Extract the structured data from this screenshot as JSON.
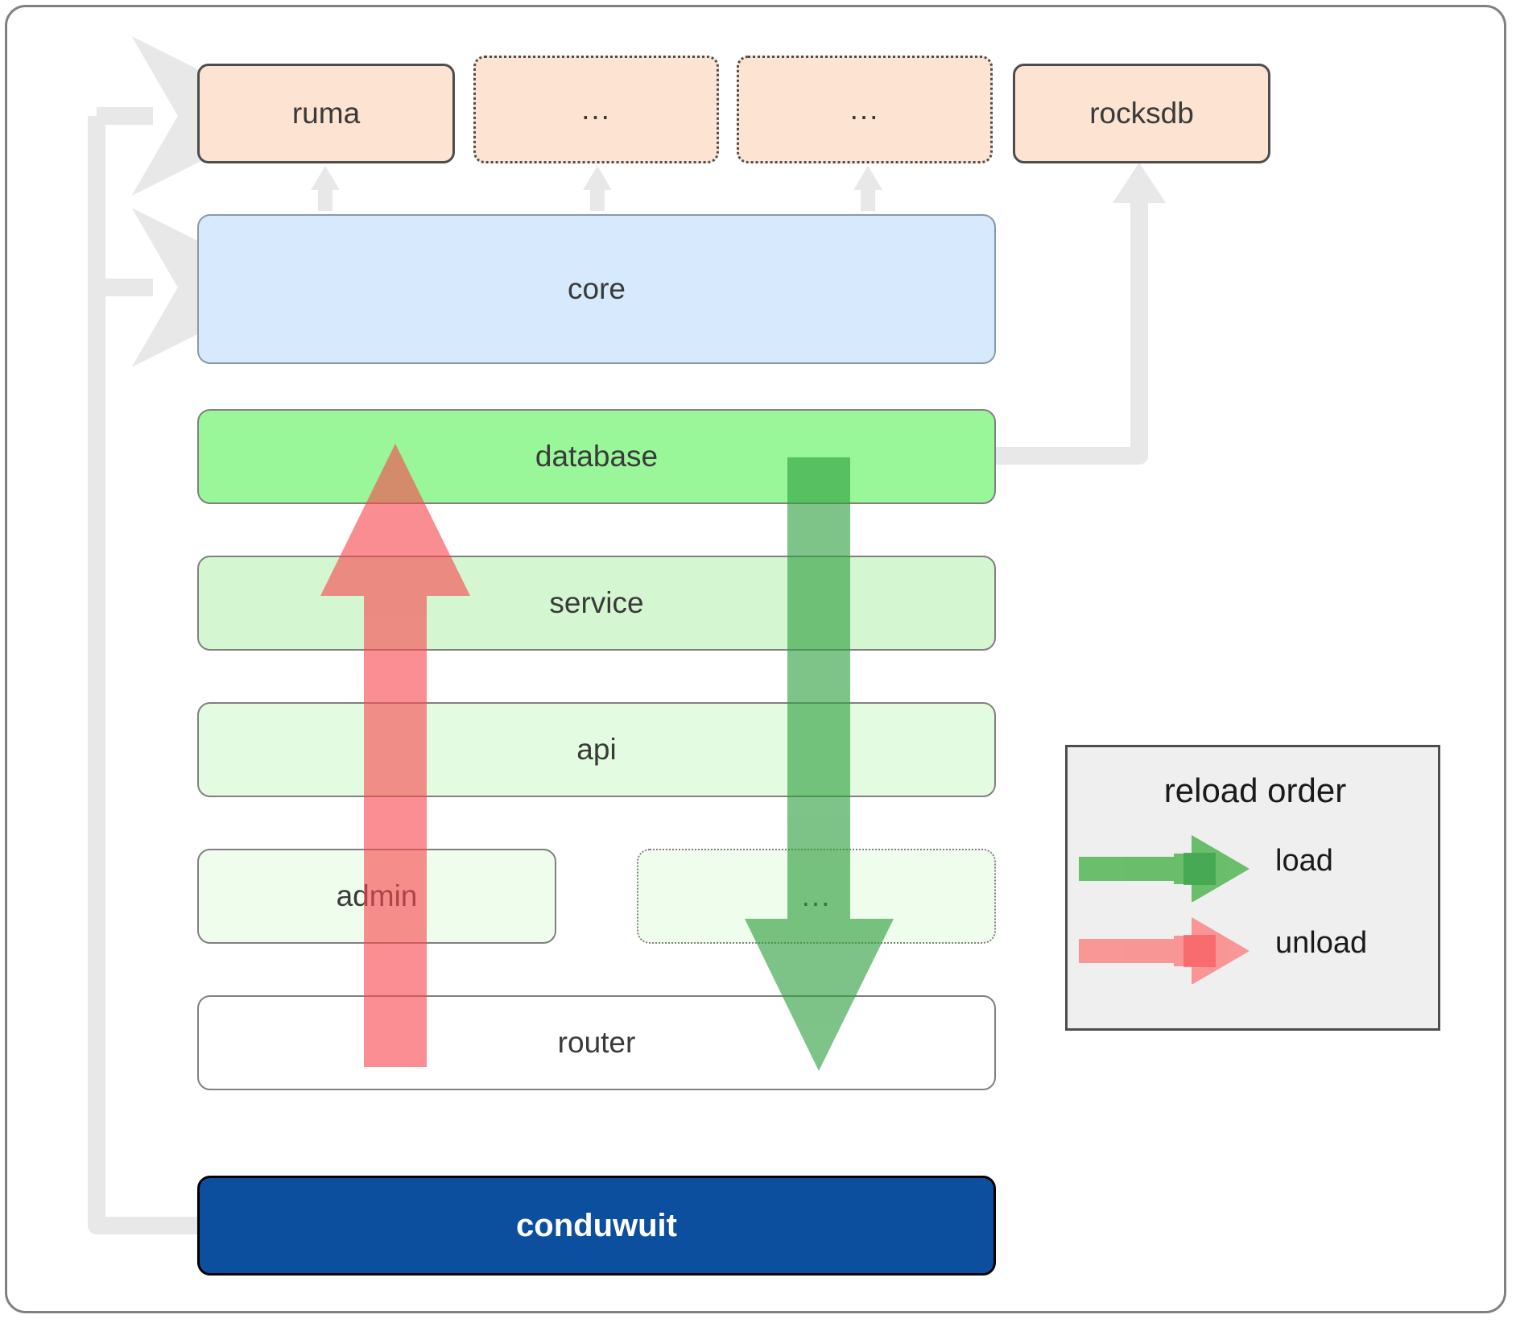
{
  "diagram": {
    "title": "conduwuit crate layer / reload order diagram",
    "colors": {
      "dependency_fill": "#fde3d1",
      "dependency_stroke": "#4d4d4d",
      "core_fill": "#d6e9fd",
      "core_stroke": "#8a99a8",
      "database_fill": "#99f799",
      "service_fill": "#d4f7d1",
      "api_fill": "#e3fbe0",
      "admin_fill": "#effdec",
      "etc_fill": "#effdec",
      "router_fill": "#ffffff",
      "conduwuit_fill": "#0c4f9e",
      "conduwuit_text": "#ffffff",
      "load_arrow": "#4caf50",
      "unload_arrow": "#f8757a",
      "connector_gray": "#e8e8e8",
      "legend_fill": "#efefef",
      "frame_stroke": "#808080"
    },
    "dependencies": [
      {
        "label": "ruma",
        "optional": false
      },
      {
        "label": "...",
        "optional": true
      },
      {
        "label": "...",
        "optional": true
      },
      {
        "label": "rocksdb",
        "optional": false
      }
    ],
    "core": {
      "label": "core"
    },
    "layers": [
      {
        "label": "database",
        "optional": false
      },
      {
        "label": "service",
        "optional": false
      },
      {
        "label": "api",
        "optional": false
      },
      {
        "label": "admin",
        "optional": false
      },
      {
        "label": "...",
        "optional": true
      },
      {
        "label": "router",
        "optional": false
      }
    ],
    "binary": {
      "label": "conduwuit"
    },
    "legend": {
      "title": "reload order",
      "entries": [
        {
          "label": "load",
          "color": "#4caf50",
          "direction": "down"
        },
        {
          "label": "unload",
          "color": "#f8757a",
          "direction": "up"
        }
      ]
    },
    "arrows": {
      "load": {
        "label": "load",
        "from": "database",
        "to": "router",
        "direction": "down",
        "color": "#4caf50"
      },
      "unload": {
        "label": "unload",
        "from": "router",
        "to": "database",
        "direction": "up",
        "color": "#f8757a"
      }
    }
  }
}
